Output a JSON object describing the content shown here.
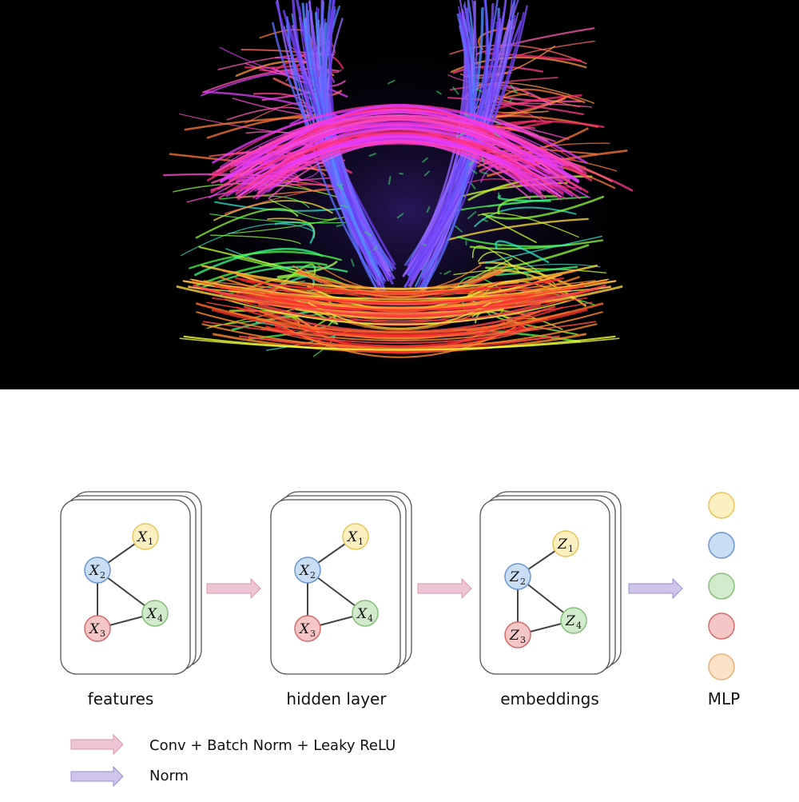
{
  "stages": [
    {
      "label": "features",
      "nodes": [
        {
          "letter": "X",
          "sub": "1"
        },
        {
          "letter": "X",
          "sub": "2"
        },
        {
          "letter": "X",
          "sub": "3"
        },
        {
          "letter": "X",
          "sub": "4"
        }
      ]
    },
    {
      "label": "hidden layer",
      "nodes": [
        {
          "letter": "X",
          "sub": "1"
        },
        {
          "letter": "X",
          "sub": "2"
        },
        {
          "letter": "X",
          "sub": "3"
        },
        {
          "letter": "X",
          "sub": "4"
        }
      ]
    },
    {
      "label": "embeddings",
      "nodes": [
        {
          "letter": "Z",
          "sub": "1"
        },
        {
          "letter": "Z",
          "sub": "2"
        },
        {
          "letter": "Z",
          "sub": "3"
        },
        {
          "letter": "Z",
          "sub": "4"
        }
      ]
    }
  ],
  "mlp": {
    "label": "MLP"
  },
  "legend": [
    {
      "text": "Conv + Batch Norm + Leaky ReLU",
      "arrow_color": "#efc5d5"
    },
    {
      "text": "Norm",
      "arrow_color": "#cfc4ea"
    }
  ],
  "colors": {
    "yellow": "#fdf0c0",
    "yellow_stroke": "#e8c65a",
    "blue": "#c9ddf5",
    "blue_stroke": "#6b97d1",
    "green": "#d3ebcd",
    "green_stroke": "#86bf77",
    "red": "#f4c6c6",
    "red_stroke": "#d46b6b",
    "orange": "#fce3c8",
    "orange_stroke": "#e8b077",
    "arrow_pink": "#efc5d5",
    "arrow_pink_stroke": "#d697b0",
    "arrow_purple": "#cfc4ea",
    "arrow_purple_stroke": "#9d8fd0"
  }
}
